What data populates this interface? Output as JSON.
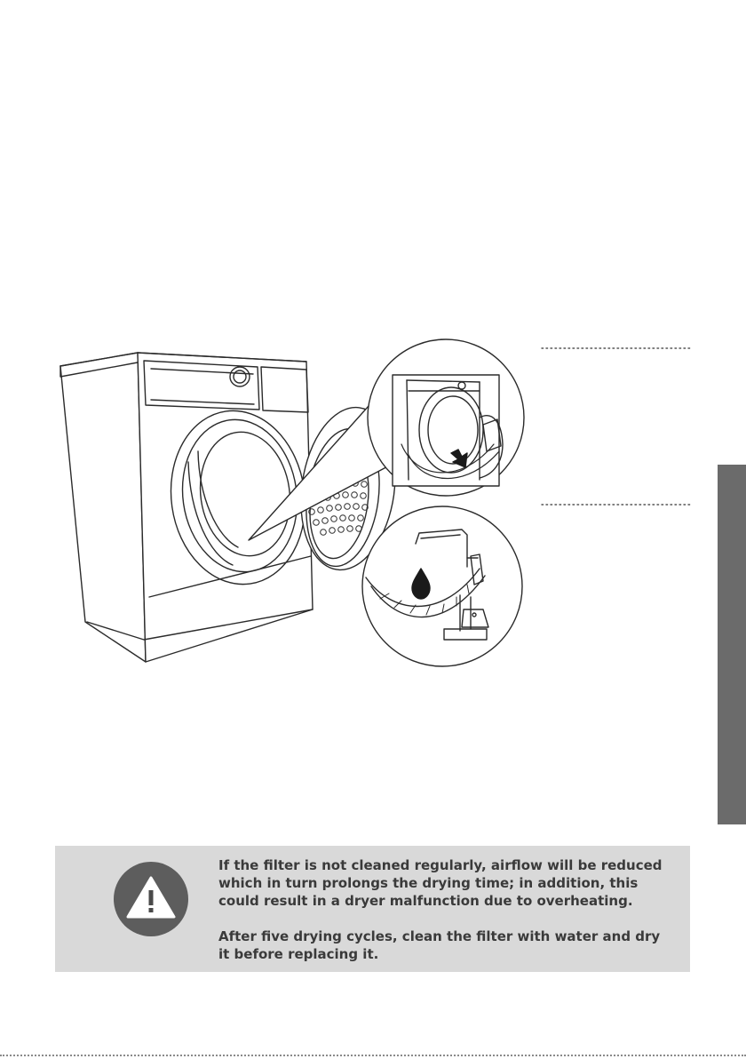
{
  "illustration": {
    "subject": "dryer-door-filter",
    "icons": [
      "magnifier-circle-filter-removal",
      "magnifier-circle-filter-washing",
      "water-drop-icon",
      "arrow-icon"
    ]
  },
  "colors": {
    "side_tab": "#6b6b6b",
    "warning_background": "#d9d9d9",
    "warning_badge": "#5d5d5d",
    "text": "#3a3a3a"
  },
  "warning": {
    "icon": "warning-triangle-icon",
    "paragraph_1": "If the filter is not cleaned regularly, airflow will be reduced which in turn prolongs the drying time; in addition, this could result in a dryer malfunction due to overheating.",
    "paragraph_2": "After five drying cycles, clean the filter with water and dry it before replacing it."
  }
}
